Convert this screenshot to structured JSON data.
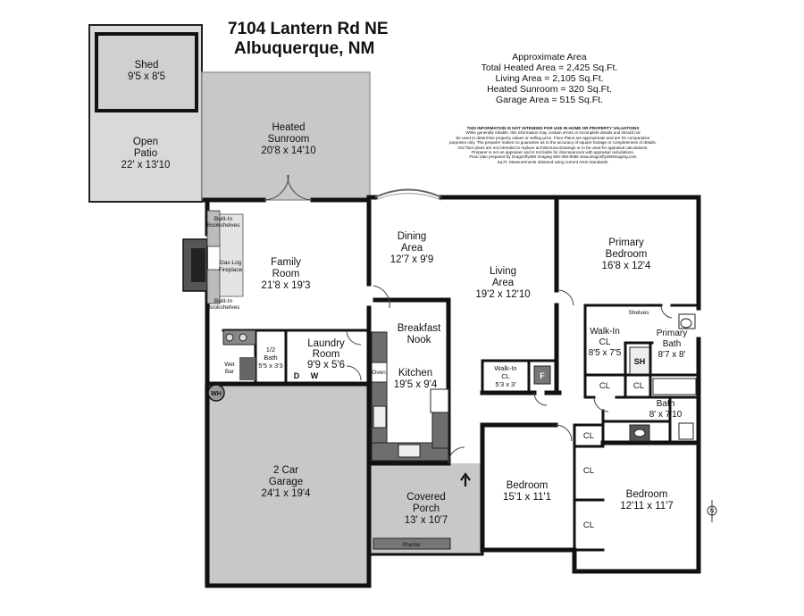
{
  "header": {
    "address_line1": "7104 Lantern Rd NE",
    "address_line2": "Albuquerque, NM"
  },
  "areas": {
    "title": "Approximate Area",
    "total_heated": "Total Heated Area = 2,425 Sq.Ft.",
    "living": "Living Area = 2,105 Sq.Ft.",
    "heated_sunroom": "Heated Sunroom = 320 Sq.Ft.",
    "garage": "Garage Area = 515 Sq.Ft."
  },
  "disclaimer": {
    "heading": "THIS INFORMATION IS NOT INTENDED FOR USE IN HOME OR PROPERTY VALUATIONS",
    "lines": [
      "While generally reliable, this information may contain errors or incomplete details and should not",
      "be used to determine property values or selling price. Floor Plans are approximate and are for comparative",
      "purposes only. The preparer makes no guarantee as to the accuracy of square footage or completeness of details.",
      "Our floor plans are not intended to replace architectural drawings or to be used for appraisal calculations.",
      "Preparer is not an appraiser and is not liable for discrepancies with appraisal calculations.",
      "Floor plan prepared by Dragonfly360 Imaging 505-359-8085 www.dragonfly360imaging.com",
      "Sq.Ft. Measurements obtained using current ANSI standards."
    ]
  },
  "rooms": {
    "shed": {
      "name": "Shed",
      "dims": "9'5 x 8'5"
    },
    "patio": {
      "name1": "Open",
      "name2": "Patio",
      "dims": "22' x 13'10"
    },
    "sunroom": {
      "name1": "Heated",
      "name2": "Sunroom",
      "dims": "20'8 x 14'10"
    },
    "family": {
      "name1": "Family",
      "name2": "Room",
      "dims": "21'8 x 19'3"
    },
    "dining": {
      "name1": "Dining",
      "name2": "Area",
      "dims": "12'7 x 9'9"
    },
    "living": {
      "name1": "Living",
      "name2": "Area",
      "dims": "19'2 x 12'10"
    },
    "primary_bed": {
      "name1": "Primary",
      "name2": "Bedroom",
      "dims": "16'8 x 12'4"
    },
    "breakfast": {
      "name1": "Breakfast",
      "name2": "Nook"
    },
    "kitchen": {
      "name": "Kitchen",
      "dims": "19'5 x 9'4"
    },
    "walkin_cl_primary": {
      "name1": "Walk-In",
      "name2": "CL",
      "dims": "8'5 x 7'5"
    },
    "primary_bath": {
      "name1": "Primary",
      "name2": "Bath",
      "dims": "8'7 x 8'"
    },
    "laundry": {
      "name1": "Laundry",
      "name2": "Room",
      "dims": "9'9 x 5'6"
    },
    "half_bath": {
      "name1": "1/2",
      "name2": "Bath",
      "dims": "5'5 x 3'3"
    },
    "walkin_cl_small": {
      "name1": "Walk-In",
      "name2": "CL",
      "dims": "5'3 x 3'"
    },
    "bath": {
      "name": "Bath",
      "dims": "8' x 7'10"
    },
    "garage": {
      "name1": "2 Car",
      "name2": "Garage",
      "dims": "24'1 x 19'4"
    },
    "porch": {
      "name1": "Covered",
      "name2": "Porch",
      "dims": "13' x 10'7"
    },
    "bedroom1": {
      "name": "Bedroom",
      "dims": "15'1 x 11'1"
    },
    "bedroom2": {
      "name": "Bedroom",
      "dims": "12'11 x 11'7"
    }
  },
  "labels": {
    "builtin": "Built-In",
    "bookshelves": "Bookshelves",
    "gas_log": "Gas Log",
    "fireplace": "Fireplace",
    "wet": "Wet",
    "bar": "Bar",
    "dryer": "D",
    "washer": "W",
    "oven": "Oven",
    "shelves": "Shelves",
    "shower": "SH",
    "closet": "CL",
    "water_heater": "WH",
    "furnace": "F",
    "planter": "Planter",
    "north": "N"
  }
}
